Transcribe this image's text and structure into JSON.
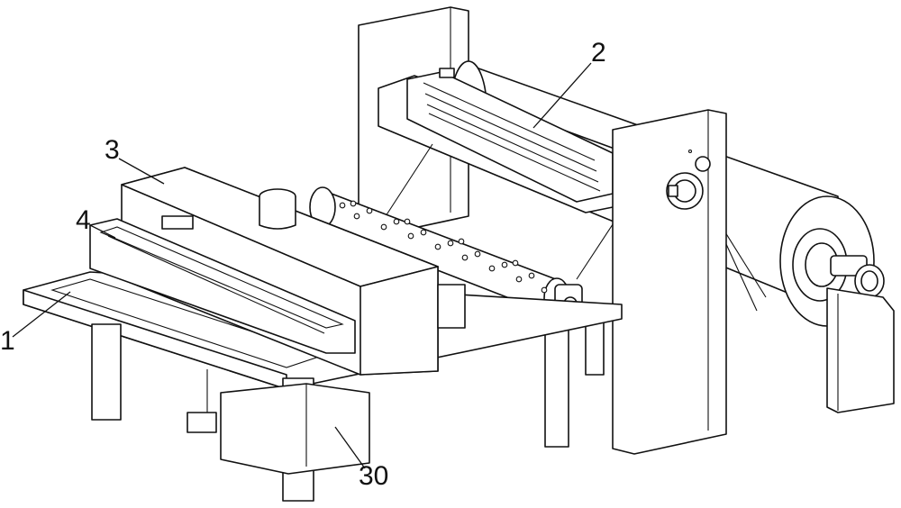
{
  "callouts": [
    {
      "id": "1",
      "label": "1"
    },
    {
      "id": "2",
      "label": "2"
    },
    {
      "id": "3",
      "label": "3"
    },
    {
      "id": "4",
      "label": "4"
    },
    {
      "id": "30",
      "label": "30"
    }
  ],
  "colors": {
    "line": "#111111",
    "paper": "#ffffff"
  }
}
